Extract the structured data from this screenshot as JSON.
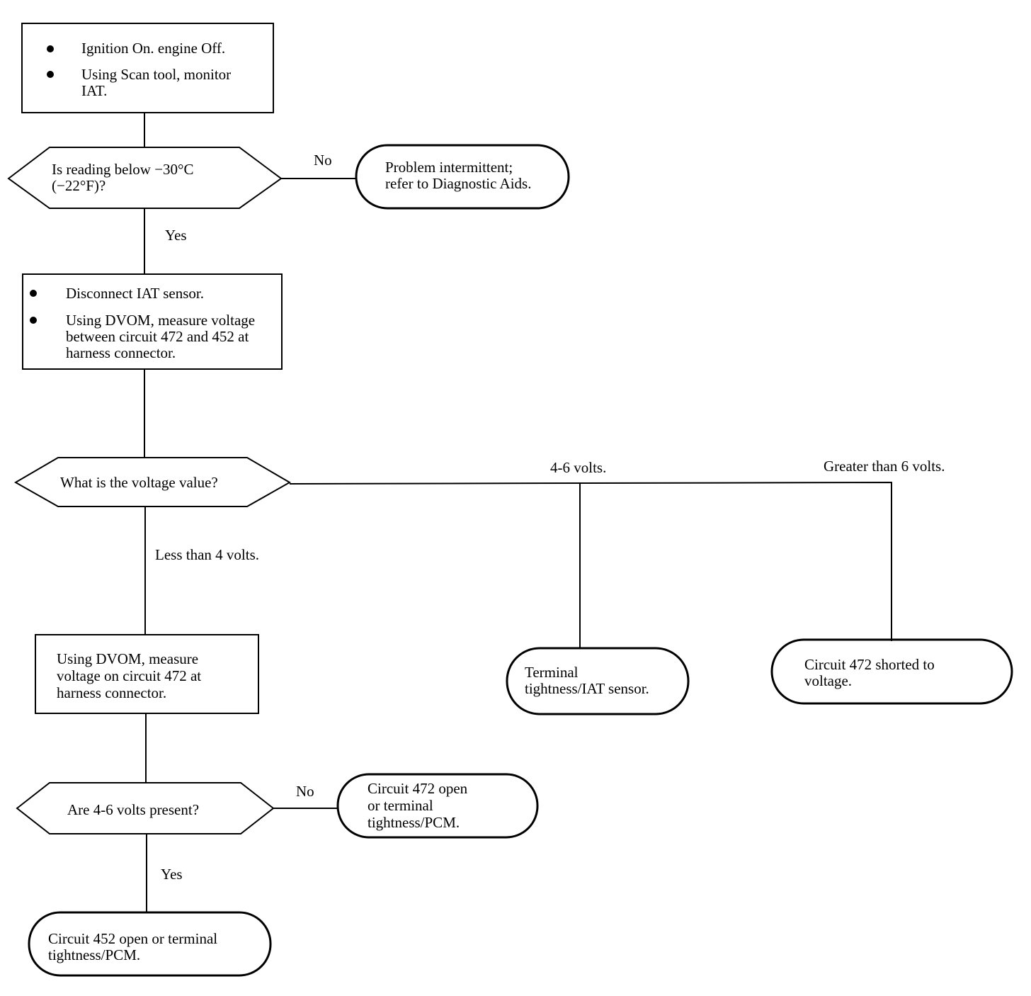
{
  "step1": {
    "bullets": [
      "Ignition On. engine Off.",
      "Using Scan tool, monitor",
      "IAT."
    ]
  },
  "decision1": {
    "lines": [
      "Is reading below −30°C",
      "(−22°F)?"
    ],
    "no_label": "No",
    "yes_label": "Yes"
  },
  "end_intermittent": {
    "lines": [
      "Problem intermittent;",
      "refer to Diagnostic Aids."
    ]
  },
  "step2": {
    "bullets": [
      "Disconnect IAT sensor.",
      "Using DVOM, measure voltage",
      "between circuit 472 and 452 at",
      "harness connector."
    ]
  },
  "decision2": {
    "text": "What is the voltage value?",
    "label_4_6": "4-6 volts.",
    "label_gt6": "Greater than 6 volts.",
    "label_lt4": "Less than 4 volts."
  },
  "end_terminal": {
    "lines": [
      "Terminal",
      "tightness/IAT sensor."
    ]
  },
  "end_shorted": {
    "lines": [
      "Circuit 472 shorted to",
      "voltage."
    ]
  },
  "step3": {
    "lines": [
      "Using DVOM, measure",
      "voltage on circuit 472 at",
      "harness connector."
    ]
  },
  "decision3": {
    "text": "Are 4-6 volts present?",
    "no_label": "No",
    "yes_label": "Yes"
  },
  "end_472_open": {
    "lines": [
      "Circuit 472 open",
      "or terminal",
      "tightness/PCM."
    ]
  },
  "end_452_open": {
    "lines": [
      "Circuit 452 open or terminal",
      "tightness/PCM."
    ]
  }
}
